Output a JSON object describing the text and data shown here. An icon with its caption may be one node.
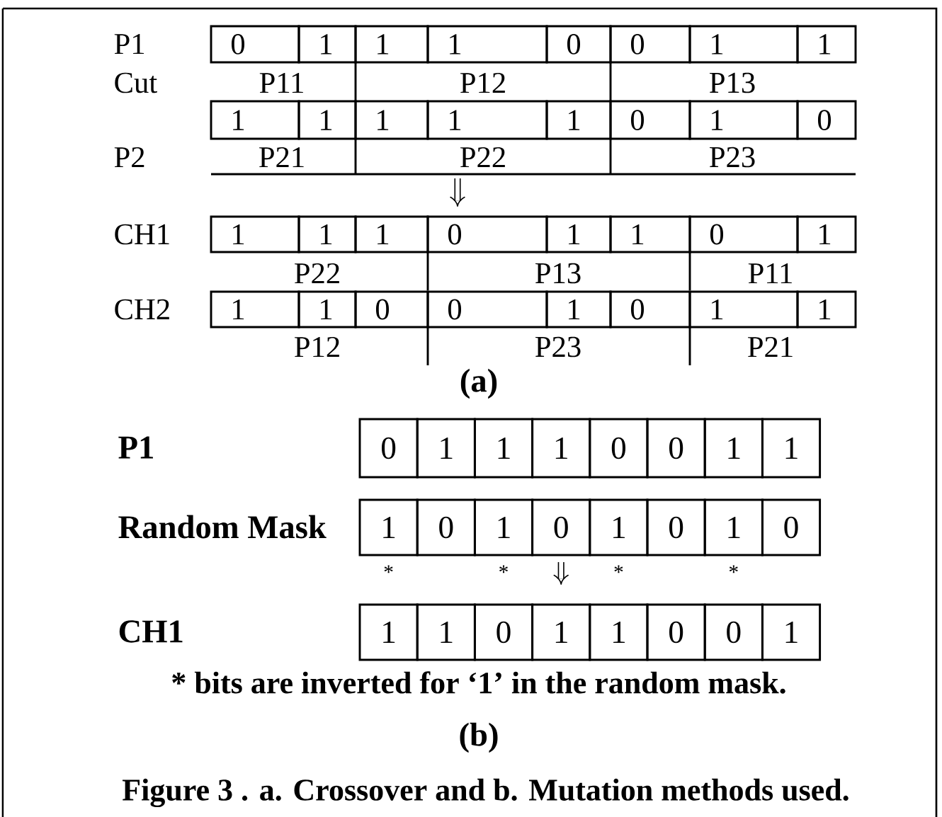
{
  "diagram": {
    "caption": "Figure 3 . a. Crossover and b. Mutation methods used.",
    "labels": [
      "P1",
      "0",
      "1",
      "1",
      "1",
      "0",
      "0",
      "1",
      "1",
      "Cut",
      "P11",
      "P12",
      "P13",
      "1",
      "1",
      "1",
      "1",
      "1",
      "0",
      "1",
      "0",
      "P2",
      "P21",
      "P22",
      "P23",
      "CH1",
      "1",
      "1",
      "1",
      "0",
      "1",
      "1",
      "0",
      "1",
      "P22",
      "P13",
      "P11",
      "CH2",
      "1",
      "1",
      "0",
      "0",
      "1",
      "0",
      "1",
      "1",
      "P12",
      "P23",
      "P21",
      "(a)",
      "P1",
      "0",
      "1",
      "1",
      "1",
      "0",
      "0",
      "1",
      "1",
      "Random Mask",
      "1",
      "0",
      "1",
      "0",
      "1",
      "0",
      "1",
      "0",
      "*",
      "*",
      "*",
      "*",
      "CH1",
      "1",
      "1",
      "0",
      "1",
      "1",
      "0",
      "0",
      "1",
      "* bits are inverted for ‘1’ in the random mask.",
      "(b)"
    ]
  }
}
